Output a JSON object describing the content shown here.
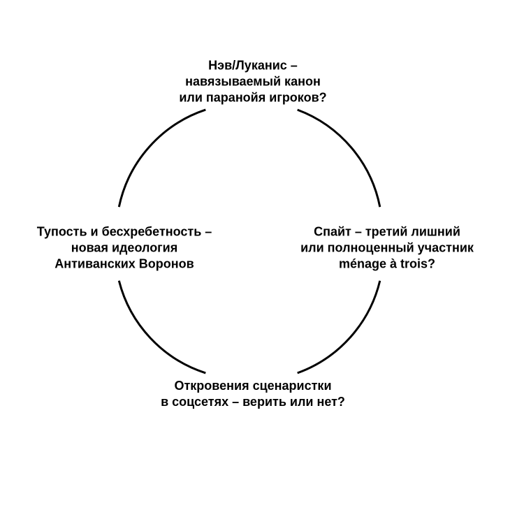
{
  "diagram": {
    "type": "cycle",
    "line_color": "#000000",
    "background": "#ffffff",
    "nodes": [
      {
        "id": "top",
        "lines": [
          "Нэв/Луканис –",
          "навязываемый канон",
          "или паранойя игроков?"
        ]
      },
      {
        "id": "right",
        "lines": [
          "Спайт – третий лишний",
          "или полноценный участник",
          "ménage à trois?"
        ]
      },
      {
        "id": "bottom",
        "lines": [
          "Откровения сценаристки",
          "в соцсетях – верить или нет?"
        ]
      },
      {
        "id": "left",
        "lines": [
          "Тупость и бесхребетность –",
          "новая идеология",
          "Антиванских Воронов"
        ]
      }
    ]
  }
}
